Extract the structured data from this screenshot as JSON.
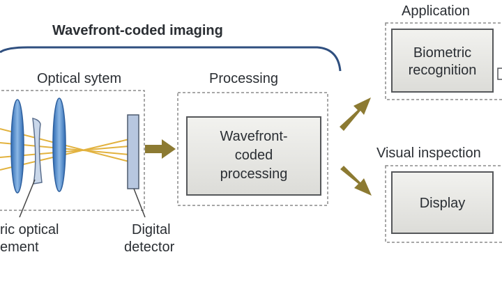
{
  "diagram": {
    "bracket_title": "Wavefront-coded imaging",
    "optical_system": {
      "label": "Optical sytem",
      "element_label_line1": "ric optical",
      "element_label_line2": "ement",
      "detector_label_line1": "Digital",
      "detector_label_line2": "detector"
    },
    "processing": {
      "label": "Processing",
      "box_line1": "Wavefront-",
      "box_line2": "coded",
      "box_line3": "processing"
    },
    "application": {
      "label": "Application",
      "box_line1": "Biometric",
      "box_line2": "recognition"
    },
    "visual_inspection": {
      "label": "Visual inspection",
      "box_label": "Display"
    }
  },
  "colors": {
    "bracket": "#2f4f7f",
    "lens_fill": "#4c86c8",
    "lens_stroke": "#2d5f9e",
    "beam": "#e2b23e",
    "arrow": "#8c7a32",
    "box_fill": "#e8e8e4",
    "box_stroke": "#55575a",
    "dashed": "#8a8a8a",
    "detector_fill": "#b7c7e0"
  },
  "icons": {
    "flow_arrows": "arrow-right-icon",
    "lens": "lens-icon"
  }
}
